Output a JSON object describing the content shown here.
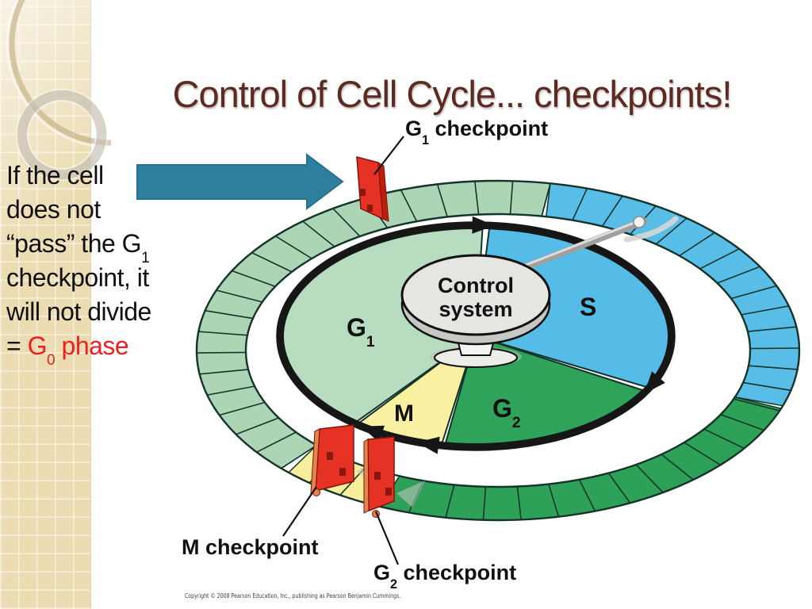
{
  "slide": {
    "title": "Control of Cell Cycle... checkpoints!",
    "title_color": "#5B2A20",
    "note": {
      "line1": "If the cell",
      "line2": "does not",
      "line3_pre": "“pass” the G",
      "line3_sub": "1",
      "line4": "checkpoint, it",
      "line5": "will not divide",
      "line6_prefix": "= ",
      "line6_g": "G",
      "line6_sub": "0",
      "line6_rest": " phase"
    },
    "note_highlight_color": "#F01E1E"
  },
  "diagram": {
    "copyright": "Copyright © 2008 Pearson Education, Inc., publishing as Pearson Benjamin Cummings.",
    "labels": {
      "g1_checkpoint_main": "G",
      "g1_checkpoint_sub": "1",
      "g1_checkpoint_rest": " checkpoint",
      "m_checkpoint": "M checkpoint",
      "g2_checkpoint_main": "G",
      "g2_checkpoint_sub": "2",
      "g2_checkpoint_rest": " checkpoint",
      "control_line1": "Control",
      "control_line2": "system",
      "phase_g1_main": "G",
      "phase_g1_sub": "1",
      "phase_s": "S",
      "phase_g2_main": "G",
      "phase_g2_sub": "2",
      "phase_m": "M"
    },
    "colors": {
      "g1_green": "#ACD5B6",
      "g1_pie": "#B7DCBF",
      "s_blue": "#58BEE8",
      "s_pie": "#55BCE7",
      "g2_green": "#2EA158",
      "g2_pie": "#2FA35A",
      "m_yellow": "#F7EF9B",
      "m_pie": "#F9F1A1",
      "outline": "#143429",
      "cycle_arc": "#161616",
      "flag_red": "#E63224",
      "flag_edge_dark": "#BC1E10",
      "flag_edge_orange": "#E2854D",
      "teal_arrow": "#2F7E9D"
    }
  }
}
